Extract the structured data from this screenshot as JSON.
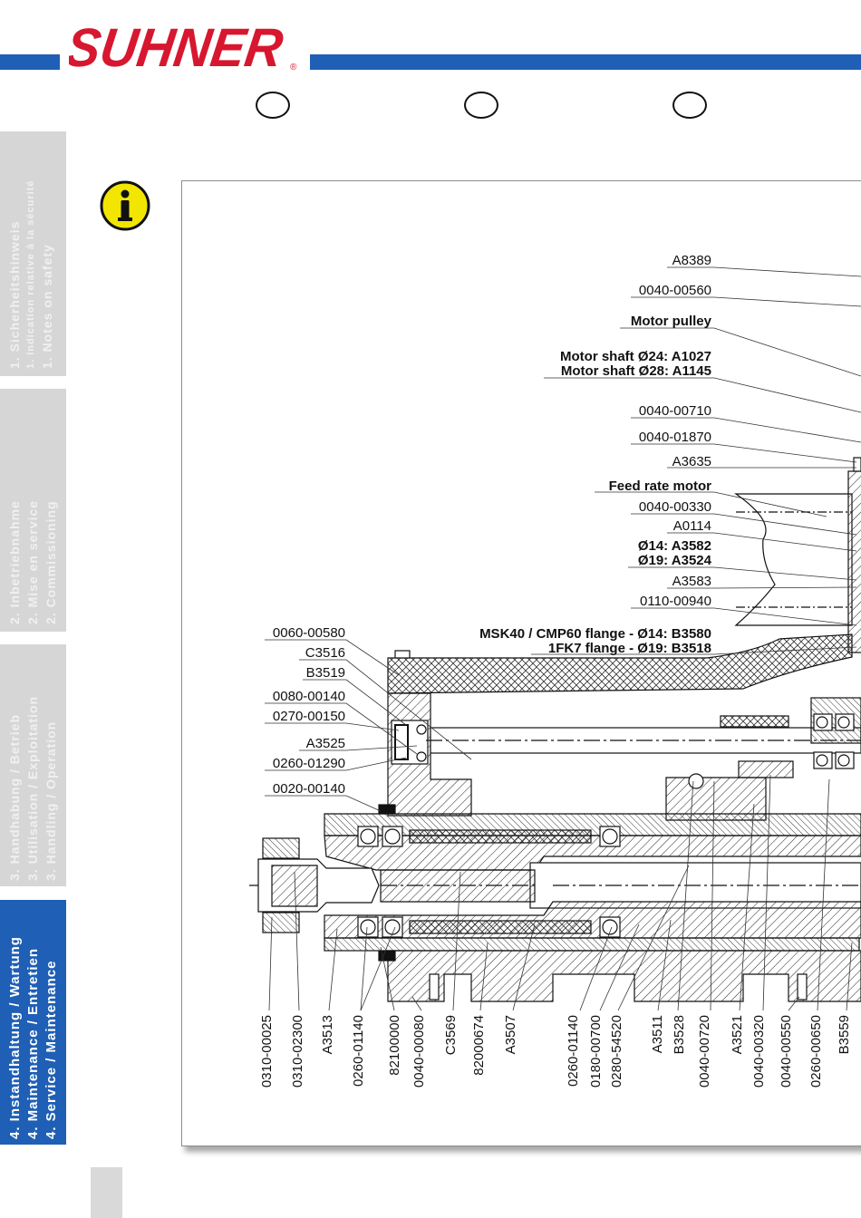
{
  "brand": {
    "name": "SUHNER",
    "reg": "®",
    "color": "#d7172f",
    "stripe_color": "#1f5fb5"
  },
  "tabs": [
    {
      "lines": [
        "1. Sicherheitshinweis",
        "1. Indication relative à la sécurité",
        "1. Notes on safety"
      ],
      "active": false
    },
    {
      "lines": [
        "2. Inbetriebnahme",
        "2. Mise en service",
        "2. Commissioning"
      ],
      "active": false
    },
    {
      "lines": [
        "3. Handhabung / Betrieb",
        "3. Utilisation / Exploitation",
        "3. Handling / Operation"
      ],
      "active": false
    },
    {
      "lines": [
        "4. Instandhaltung / Wartung",
        "4. Maintenance / Entretien",
        "4. Service / Maintenance"
      ],
      "active": true
    }
  ],
  "info_icon": "info-icon",
  "labels_right": [
    {
      "text": "A8389",
      "bold": false
    },
    {
      "text": "0040-00560",
      "bold": false
    },
    {
      "text": "Motor pulley",
      "bold": true
    },
    {
      "text": "Motor shaft Ø24: A1027",
      "bold": true
    },
    {
      "text": "Motor shaft Ø28: A1145",
      "bold": true
    },
    {
      "text": "0040-00710",
      "bold": false
    },
    {
      "text": "0040-01870",
      "bold": false
    },
    {
      "text": "A3635",
      "bold": false
    },
    {
      "text": "Feed rate motor",
      "bold": true
    },
    {
      "text": "0040-00330",
      "bold": false
    },
    {
      "text": "A0114",
      "bold": false
    },
    {
      "text": "Ø14: A3582",
      "bold": true
    },
    {
      "text": "Ø19: A3524",
      "bold": true
    },
    {
      "text": "A3583",
      "bold": false
    },
    {
      "text": "0110-00940",
      "bold": false
    },
    {
      "text": "MSK40 / CMP60 flange - Ø14: B3580",
      "bold": true
    },
    {
      "text": "1FK7 flange - Ø19: B3518",
      "bold": true
    }
  ],
  "labels_left": [
    "0060-00580",
    "C3516",
    "B3519",
    "0080-00140",
    "0270-00150",
    "A3525",
    "0260-01290",
    "0020-00140"
  ],
  "labels_bottom": [
    "0310-00025",
    "0310-02300",
    "A3513",
    "0260-01140",
    "82100000",
    "0040-00080",
    "C3569",
    "82000674",
    "A3507",
    "0260-01140",
    "0180-00700",
    "0280-54520",
    "A3511",
    "B3528",
    "0040-00720",
    "A3521",
    "0040-00320",
    "0040-00550",
    "0260-00650",
    "B3559"
  ]
}
